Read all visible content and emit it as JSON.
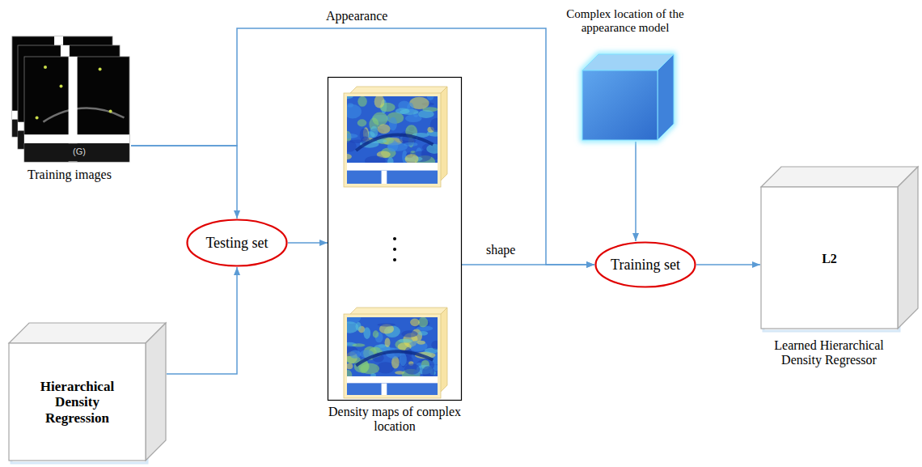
{
  "diagram": {
    "nodes": [
      {
        "text": [
          "Training images"
        ]
      },
      {
        "text": [
          "Testing set"
        ]
      },
      {
        "text": [
          "Hierarchical Density Regression"
        ]
      },
      {
        "text": [
          "Density maps of complex location"
        ]
      },
      {
        "text": [
          "Complex location of the appearance model"
        ]
      },
      {
        "text": [
          "Training set"
        ]
      },
      {
        "text": [
          "L2",
          "Learned Hierarchical Density Regressor"
        ]
      }
    ],
    "edges": [
      {
        "from": 0,
        "to": 1,
        "arrow": "to"
      },
      {
        "from": 0,
        "to": 5,
        "label": "Appearance",
        "arrow": "to"
      },
      {
        "from": 2,
        "to": 1,
        "arrow": "to"
      },
      {
        "from": 1,
        "to": 3,
        "arrow": "to"
      },
      {
        "from": 3,
        "to": 5,
        "label": "shape",
        "arrow": "to"
      },
      {
        "from": 4,
        "to": 5,
        "arrow": "to"
      },
      {
        "from": 5,
        "to": 6,
        "arrow": "to"
      }
    ],
    "labels": [
      "(G)"
    ]
  }
}
